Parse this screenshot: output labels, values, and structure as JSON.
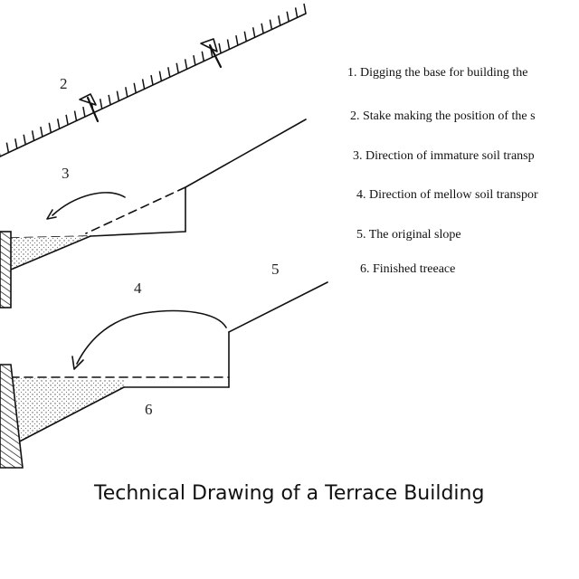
{
  "diagram": {
    "labels": {
      "l2": "2",
      "l3": "3",
      "l4": "4",
      "l5": "5",
      "l6": "6"
    },
    "legend": [
      "1. Digging the base for building the",
      "2. Stake making the position of the s",
      "3. Direction of immature soil transp",
      "4. Direction of mellow soil transpor",
      "5. The original slope",
      "6. Finished treeace"
    ],
    "title": "Technical Drawing of a Terrace Building"
  }
}
